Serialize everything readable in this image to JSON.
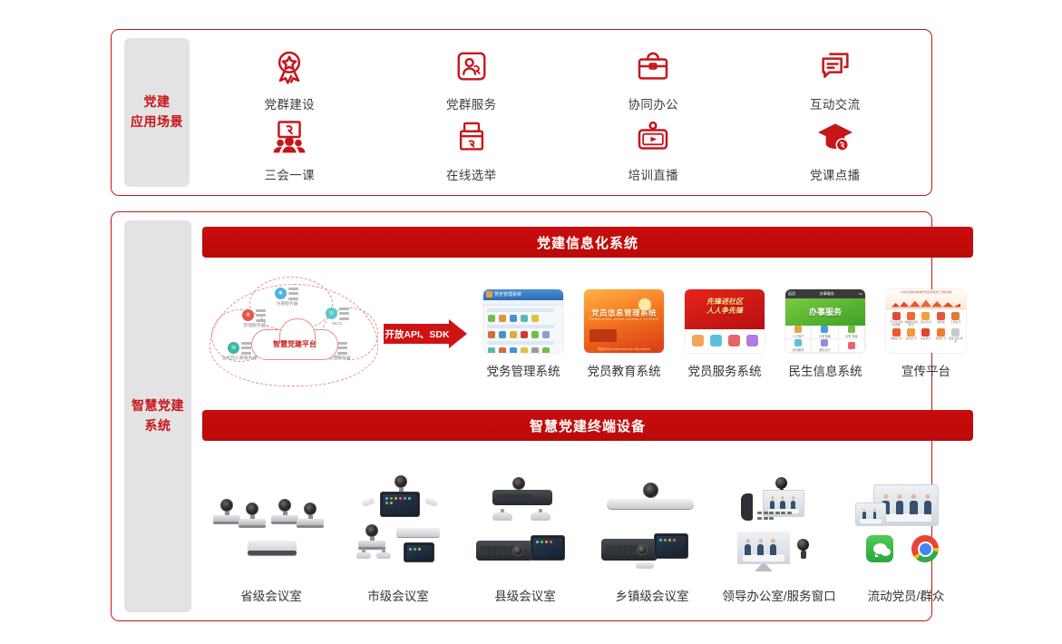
{
  "scene_card": {
    "rail_label": "党建\n应用场景",
    "items_row1": [
      {
        "label": "党群建设",
        "icon": "medal-star-icon"
      },
      {
        "label": "党群服务",
        "icon": "person-card-icon"
      },
      {
        "label": "协同办公",
        "icon": "briefcase-icon"
      },
      {
        "label": "互动交流",
        "icon": "chat-bubbles-icon"
      }
    ],
    "items_row2": [
      {
        "label": "三会一课",
        "icon": "meeting-people-icon"
      },
      {
        "label": "在线选举",
        "icon": "ballot-box-icon"
      },
      {
        "label": "培训直播",
        "icon": "live-video-icon"
      },
      {
        "label": "党课点播",
        "icon": "graduation-cap-icon"
      }
    ]
  },
  "system_card": {
    "rail_label": "智慧党建\n系统",
    "banner_top": "党建信息化系统",
    "banner_bottom": "智慧党建终端设备",
    "cloud": {
      "core_label": "智慧党建平台",
      "nodes": [
        {
          "label": "注册服务器",
          "color": "#4eb3dd"
        },
        {
          "label": "管理服务器",
          "color": "#e2574c"
        },
        {
          "label": "MCU",
          "color": "#5ec8c8"
        },
        {
          "label": "业务回人串服务器",
          "color": "#3bb6a8"
        },
        {
          "label": "终端管理服务器",
          "color": "#7cb342"
        }
      ]
    },
    "api_arrow_label": "开放API、SDK",
    "apps": [
      {
        "label": "党务管理系统",
        "thumb": "windows-app-thumb"
      },
      {
        "label": "党员教育系统",
        "thumb": "poster-thumb"
      },
      {
        "label": "党员服务系统",
        "thumb": "service-app-thumb"
      },
      {
        "label": "民生信息系统",
        "thumb": "mobile-app-thumb"
      },
      {
        "label": "宣传平台",
        "thumb": "propaganda-app-thumb"
      }
    ],
    "app_thumb_text": {
      "t1_title": "党务管理系统",
      "t2_title": "党员信息管理系统",
      "t2_pinyin": "DANGYUAN XINXI GUANLI XITONG",
      "t2_foot": "党建网 http://www.xxxx.com      http://www.fz",
      "t3_line1": "先锋进社区",
      "t3_line2": "人人争先锋",
      "t4_nav_back": "返回",
      "t4_nav_title": "办事服务",
      "t4_nav_more": "•••",
      "t4_hero": "办事服务",
      "t4_hero_sub": "Police Police Guangxi Service",
      "t4_cells": [
        "人才落户",
        "办事指南",
        "办事\n指南",
        "查询服务",
        "便民出行"
      ],
      "t5_top": "以务实创新的精神开创宣传思想工作新局面",
      "t5_cells": [
        "万人同\n步学题\n网程",
        "基数组\n织党建\n红",
        "同心同\n德",
        "凝聚魂",
        "工作站\n示",
        "微电文\n体",
        "新闻资\n讯",
        "先办成\n计",
        "互联学\n习",
        "更多\n栏目\n更多"
      ]
    },
    "devices": [
      {
        "label": "省级会议室",
        "art": "province-room-kit"
      },
      {
        "label": "市级会议室",
        "art": "city-room-kit"
      },
      {
        "label": "县级会议室",
        "art": "county-room-kit"
      },
      {
        "label": "乡镇级会议室",
        "art": "town-room-kit"
      },
      {
        "label": "领导办公室/服务窗口",
        "art": "office-desk-kit"
      },
      {
        "label": "流动党员/群众",
        "art": "mobile-user-kit"
      }
    ]
  },
  "colors": {
    "brand_red": "#c7161a",
    "banner_red": "#c00c0c",
    "rail_gray": "#e3e3e3",
    "caption_gray": "#333333"
  }
}
